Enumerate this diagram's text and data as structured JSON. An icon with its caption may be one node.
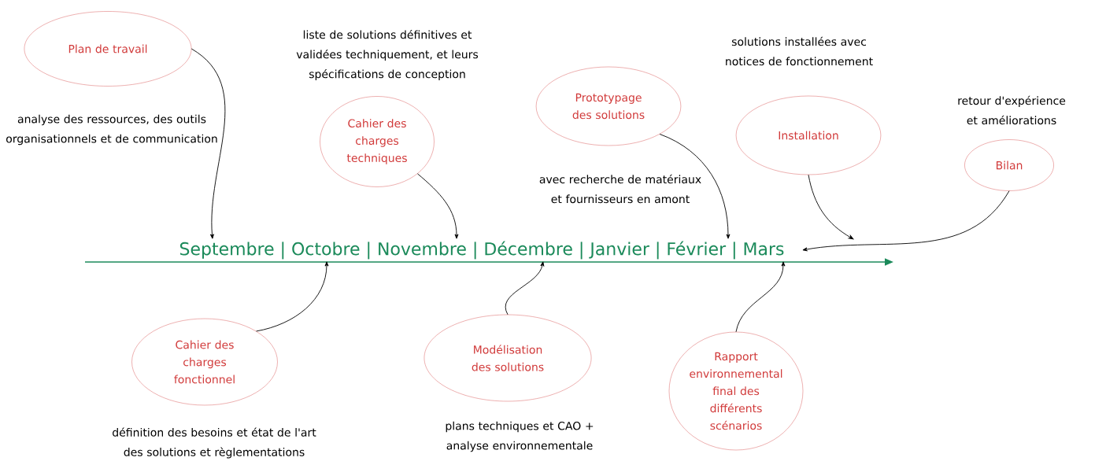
{
  "diagram": {
    "nodes": [
      {
        "text": [
          "Plan de travail"
        ],
        "beside": [
          "analyse des ressources, des outils organisationnels et de communication"
        ]
      },
      {
        "text": [
          "Cahier des charges techniques"
        ],
        "beside": [
          "liste de solutions définitives et validées techniquement, et leurs spécifications de conception"
        ]
      },
      {
        "text": [
          "Prototypage des solutions"
        ],
        "beside": [
          "avec recherche de matériaux et fournisseurs en amont"
        ]
      },
      {
        "text": [
          "Installation"
        ],
        "beside": [
          "solutions installées avec notices de fonctionnement"
        ]
      },
      {
        "text": [
          "Bilan"
        ],
        "beside": [
          "retour d'expérience et améliorations"
        ]
      },
      {
        "text": [
          "Septembre | Octobre | Novembre | Décembre | Janvier | Février | Mars"
        ]
      },
      {
        "text": [
          "Cahier des charges fonctionnel"
        ],
        "beside": [
          "définition des besoins et état de l'art des solutions et règlementations"
        ]
      },
      {
        "text": [
          "Modélisation des solutions"
        ],
        "beside": [
          "plans techniques et CAO + analyse environnementale"
        ]
      },
      {
        "text": [
          "Rapport environnemental final des différents scénarios"
        ]
      }
    ],
    "edges": [
      {
        "from": 0,
        "to": 5,
        "arrow": "to"
      },
      {
        "from": 1,
        "to": 5,
        "arrow": "to"
      },
      {
        "from": 2,
        "to": 5,
        "arrow": "to"
      },
      {
        "from": 3,
        "to": 5,
        "arrow": "to"
      },
      {
        "from": 4,
        "to": 5,
        "arrow": "to"
      },
      {
        "from": 6,
        "to": 5,
        "arrow": "to"
      },
      {
        "from": 7,
        "to": 5,
        "arrow": "to"
      },
      {
        "from": 8,
        "to": 5,
        "arrow": "to"
      }
    ]
  }
}
